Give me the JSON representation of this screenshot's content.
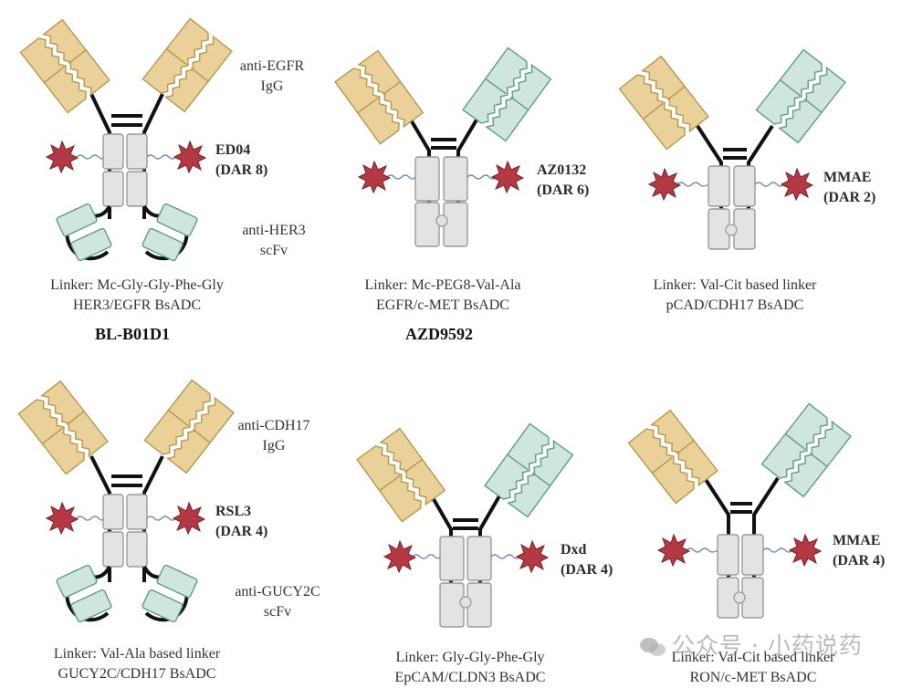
{
  "colors": {
    "fab_yellow": "#ead19a",
    "fab_yellow_stroke": "#b8964e",
    "fab_teal": "#cfe6de",
    "fab_teal_stroke": "#5f9b88",
    "fc_gray": "#e3e3e3",
    "fc_gray_stroke": "#9a9a9a",
    "payload_red": "#b33a45",
    "linker_blue": "#6f8fb8"
  },
  "constructs": [
    {
      "name": "BL-B01D1",
      "payload": [
        "ED04",
        "(DAR 8)"
      ],
      "upper_label": [
        "anti-EGFR",
        "IgG"
      ],
      "lower_label": [
        "anti-HER3",
        "scFv"
      ],
      "linker": "Linker: Mc-Gly-Gly-Phe-Gly",
      "target": "HER3/EGFR BsADC"
    },
    {
      "name": "AZD9592",
      "payload": [
        "AZ0132",
        "(DAR 6)"
      ],
      "linker": "Linker: Mc-PEG8-Val-Ala",
      "target": "EGFR/c-MET BsADC"
    },
    {
      "payload": [
        "MMAE",
        "(DAR 2)"
      ],
      "linker": "Linker: Val-Cit based linker",
      "target": "pCAD/CDH17 BsADC"
    },
    {
      "payload": [
        "RSL3",
        "(DAR 4)"
      ],
      "upper_label": [
        "anti-CDH17",
        "IgG"
      ],
      "lower_label": [
        "anti-GUCY2C",
        "scFv"
      ],
      "linker": "Linker: Val-Ala based linker",
      "target": "GUCY2C/CDH17 BsADC"
    },
    {
      "payload": [
        "Dxd",
        "(DAR 4)"
      ],
      "linker": "Linker: Gly-Gly-Phe-Gly",
      "target": "EpCAM/CLDN3 BsADC"
    },
    {
      "payload": [
        "MMAE",
        "(DAR 4)"
      ],
      "linker": "Linker: Val-Cit based linker",
      "target": "RON/c-MET BsADC"
    }
  ],
  "watermark": "公众号 · 小药说药"
}
